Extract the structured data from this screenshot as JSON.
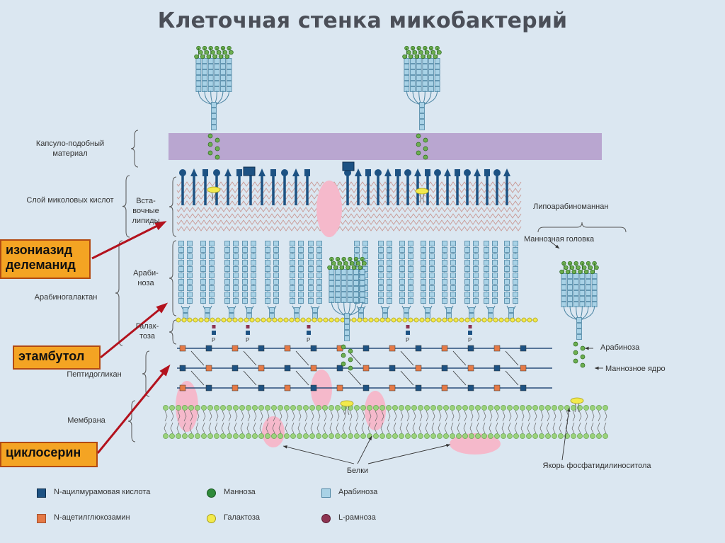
{
  "title": "Клеточная стенка микобактерий",
  "layers": {
    "capsule": "Капсуло-подобный материал",
    "mycolic": "Слой миколовых кислот",
    "inserted_lipids": "Вста-вочные липиды",
    "arabinose": "Араби-ноза",
    "arabinogalactan": "Арабиногалактан",
    "galactose": "Галак-тоза",
    "peptidoglycan": "Пептидогликан",
    "membrane": "Мембрана"
  },
  "right_labels": {
    "lam": "Липоарабиноманнан",
    "mannose_head": "Маннозная головка",
    "arabinose": "Арабиноза",
    "mannose_core": "Маннозное ядро",
    "anchor": "Якорь фосфатидилиноситола",
    "proteins": "Белки"
  },
  "phosphate": "P",
  "drugs": {
    "isoniazid": "изониазид делеманид",
    "ethambutol": "этамбутол",
    "cycloserine": "циклосерин"
  },
  "legend": [
    {
      "label": "N-ацилмурамовая кислота",
      "symbol": "dark-blue-square"
    },
    {
      "label": "N-ацетилглюкозамин",
      "symbol": "orange-square"
    },
    {
      "label": "Манноза",
      "symbol": "green-circle"
    },
    {
      "label": "Галактоза",
      "symbol": "yellow-circle"
    },
    {
      "label": "Арабиноза",
      "symbol": "light-blue-square"
    },
    {
      "label": "L-рамноза",
      "symbol": "maroon-circle"
    }
  ],
  "colors": {
    "background": "#dbe7f1",
    "capsule": "#b9a6d0",
    "mycolic_head": "#1d5283",
    "arabinose": "#a9d2e6",
    "galactose": "#f3ea4c",
    "mannose": "#6cae4f",
    "protein": "#f5b9cb",
    "membrane_head": "#9bd27c",
    "drug_box": "#f4a423",
    "arrow": "#b3121d"
  }
}
